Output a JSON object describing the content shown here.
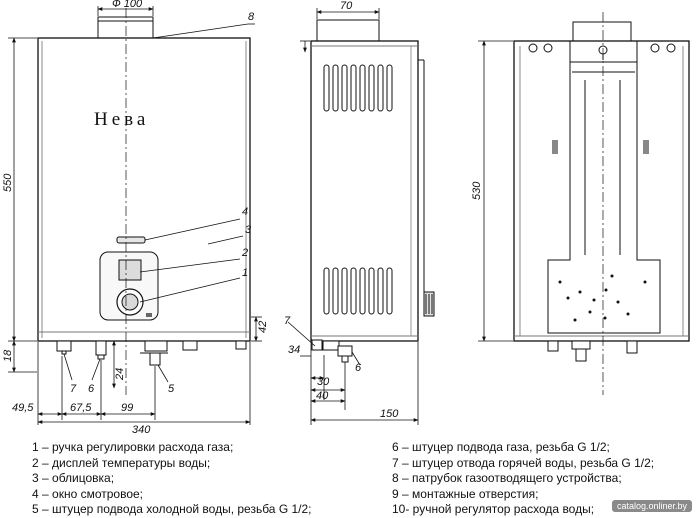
{
  "diagram": {
    "brand": "Нева",
    "dims": {
      "d100": "Ф 100",
      "d550": "550",
      "d18": "18",
      "d42": "42",
      "d24": "24",
      "d49_5": "49,5",
      "d67_5": "67,5",
      "d99": "99",
      "d340": "340",
      "d70": "70",
      "d530": "530",
      "d34": "34",
      "d30": "30",
      "d40": "40",
      "d150": "150"
    },
    "callouts": [
      "1",
      "2",
      "3",
      "4",
      "5",
      "6",
      "7",
      "8"
    ],
    "callouts_side": [
      "7",
      "6"
    ]
  },
  "legend": {
    "left": [
      "1 – ручка регулировки расхода газа;",
      "2 – дисплей температуры воды;",
      "3 – облицовка;",
      "4 – окно смотровое;",
      "5 – штуцер подвода холодной воды, резьба G 1/2;"
    ],
    "right": [
      "6 – штуцер подвода газа, резьба G 1/2;",
      "7 – штуцер отвода горячей воды, резьба G 1/2;",
      "8 – патрубок газоотводящего устройства;",
      "9 – монтажные отверстия;",
      "10- ручной регулятор расхода воды;"
    ]
  },
  "watermark": "catalog.onliner.by"
}
